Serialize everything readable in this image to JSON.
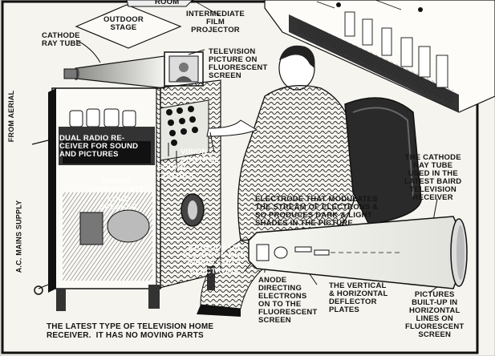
{
  "labels": {
    "room": "ROOM",
    "outdoor_stage": "OUTDOOR\nSTAGE",
    "intermediate_film_projector": "INTERMEDIATE\nFILM\nPROJECTOR",
    "cathode_ray_tube": "CATHODE\nRAY TUBE",
    "television_picture": "TELEVISION\nPICTURE ON\nFLUORESCENT\nSCREEN",
    "dual_radio_receiver": "DUAL RADIO RE-\nCEIVER FOR SOUND\nAND PICTURES",
    "vision_control": "VISION\nCONTROL",
    "sound_control": "SOUND\nCONTROL",
    "power_components": "POWER\nCOMPONENTS",
    "loud_speaker": "LOUD\nSPEAKER",
    "from_aerial": "FROM AERIAL",
    "ac_mains_supply": "A.C. MAINS SUPPLY",
    "cathode_gun": "CATHODE OR\nELECTRON GUN\nWHICH EMITS\nELECTRONS",
    "baird_tube": "THE CATHODE\nRAY TUBE\nUSED IN THE\nLATEST BAIRD\nTELEVISION\nRECEIVER",
    "electrode": "ELECTRODE THAT MODULATES\nTHE STREAM OF ELECTRONS &\nSO PRODUCES DARK & LIGHT\nSHADES IN THE PICTURE",
    "anode": "ANODE\nDIRECTING\nELECTRONS\nON TO THE\nFLUORESCENT\nSCREEN",
    "deflector_plates": "THE VERTICAL\n& HORIZONTAL\nDEFLECTOR\nPLATES",
    "pictures_built_up": "PICTURES\nBUILT-UP IN\nHORIZONTAL\nLINES ON\nFLUORESCENT\nSCREEN",
    "caption": "THE LATEST TYPE OF TELEVISION HOME\nRECEIVER.  IT HAS NO MOVING PARTS"
  },
  "colors": {
    "paper": "#f6f4ee",
    "ink": "#151515"
  }
}
